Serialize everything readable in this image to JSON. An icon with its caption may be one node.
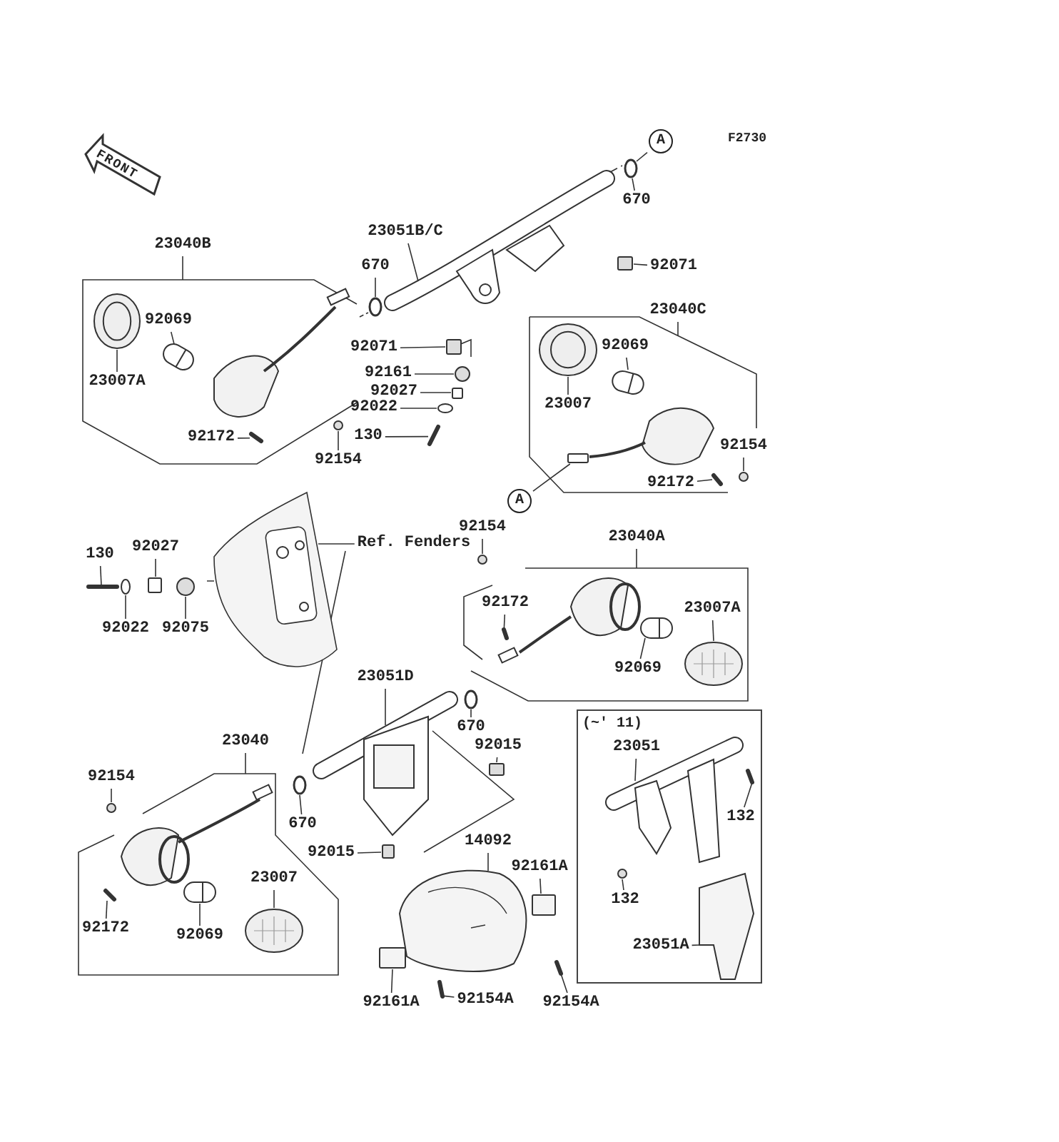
{
  "diagram": {
    "nodes": [
      {
        "text": [
          "23040B"
        ]
      },
      {
        "text": [
          "92069"
        ]
      },
      {
        "text": [
          "23007A"
        ]
      },
      {
        "text": [
          "92172"
        ]
      },
      {
        "text": [
          "92154"
        ]
      },
      {
        "text": [
          "670"
        ]
      },
      {
        "text": [
          "23051B/C"
        ]
      },
      {
        "text": [
          "92071"
        ]
      },
      {
        "text": [
          "92161"
        ]
      },
      {
        "text": [
          "92027"
        ]
      },
      {
        "text": [
          "92022"
        ]
      },
      {
        "text": [
          "130"
        ]
      },
      {
        "text": [
          "92071"
        ]
      },
      {
        "text": [
          "A"
        ]
      },
      {
        "text": [
          "670"
        ]
      },
      {
        "text": [
          "23040C"
        ]
      },
      {
        "text": [
          "92069"
        ]
      },
      {
        "text": [
          "23007"
        ]
      },
      {
        "text": [
          "92154"
        ]
      },
      {
        "text": [
          "92172"
        ]
      },
      {
        "text": [
          "A"
        ]
      },
      {
        "text": [
          "130"
        ]
      },
      {
        "text": [
          "92027"
        ]
      },
      {
        "text": [
          "92022"
        ]
      },
      {
        "text": [
          "92075"
        ]
      },
      {
        "text": [
          "Ref. Fenders"
        ]
      },
      {
        "text": [
          "92154"
        ]
      },
      {
        "text": [
          "23040A"
        ]
      },
      {
        "text": [
          "92172"
        ]
      },
      {
        "text": [
          "23007A"
        ]
      },
      {
        "text": [
          "92069"
        ]
      },
      {
        "text": [
          "23051D"
        ]
      },
      {
        "text": [
          "670"
        ]
      },
      {
        "text": [
          "92015"
        ]
      },
      {
        "text": [
          "23040"
        ]
      },
      {
        "text": [
          "92154"
        ]
      },
      {
        "text": [
          "670"
        ]
      },
      {
        "text": [
          "23007"
        ]
      },
      {
        "text": [
          "92172"
        ]
      },
      {
        "text": [
          "92069"
        ]
      },
      {
        "text": [
          "92015"
        ]
      },
      {
        "text": [
          "14092"
        ]
      },
      {
        "text": [
          "92161A"
        ]
      },
      {
        "text": [
          "92161A"
        ]
      },
      {
        "text": [
          "92154A"
        ]
      },
      {
        "text": [
          "92154A"
        ]
      },
      {
        "text": [
          "(~' 11)"
        ]
      },
      {
        "text": [
          "23051"
        ],
        "in": 46
      },
      {
        "text": [
          "132"
        ],
        "in": 46
      },
      {
        "text": [
          "132"
        ],
        "in": 46
      },
      {
        "text": [
          "23051A"
        ],
        "in": 46
      },
      {
        "text": [],
        "shape": "picture"
      },
      {
        "text": [],
        "shape": "picture"
      },
      {
        "text": [],
        "shape": "picture"
      },
      {
        "text": [],
        "shape": "circle"
      },
      {
        "text": [],
        "shape": "circle"
      },
      {
        "text": [],
        "shape": "picture"
      },
      {
        "text": [],
        "shape": "box"
      },
      {
        "text": [],
        "shape": "circle"
      },
      {
        "text": [],
        "shape": "box"
      },
      {
        "text": [],
        "shape": "circle"
      },
      {
        "text": [],
        "shape": "picture"
      },
      {
        "text": [],
        "shape": "box"
      },
      {
        "text": [],
        "shape": "circle"
      },
      {
        "text": [],
        "shape": "picture"
      },
      {
        "text": [],
        "shape": "picture"
      },
      {
        "text": [],
        "shape": "circle"
      },
      {
        "text": [],
        "shape": "picture"
      },
      {
        "text": [],
        "shape": "box"
      },
      {
        "text": [],
        "shape": "picture"
      },
      {
        "text": [],
        "shape": "box"
      },
      {
        "text": [],
        "shape": "circle"
      },
      {
        "text": [],
        "shape": "circle"
      },
      {
        "text": [],
        "shape": "picture"
      },
      {
        "text": [],
        "shape": "circle"
      },
      {
        "text": [],
        "shape": "picture"
      },
      {
        "text": [],
        "shape": "picture"
      },
      {
        "text": [],
        "shape": "picture"
      },
      {
        "text": [],
        "shape": "picture"
      },
      {
        "text": [],
        "shape": "circle"
      },
      {
        "text": [],
        "shape": "box"
      },
      {
        "text": [],
        "shape": "circle"
      },
      {
        "text": [],
        "shape": "circle"
      },
      {
        "text": [],
        "shape": "picture"
      },
      {
        "text": [],
        "shape": "picture"
      },
      {
        "text": [],
        "shape": "picture"
      },
      {
        "text": [],
        "shape": "box"
      },
      {
        "text": [],
        "shape": "picture"
      },
      {
        "text": [],
        "shape": "box"
      },
      {
        "text": [],
        "shape": "box"
      },
      {
        "text": [],
        "shape": "picture"
      },
      {
        "text": [],
        "shape": "picture"
      },
      {
        "text": [],
        "shape": "picture",
        "in": 46
      },
      {
        "text": [],
        "shape": "picture",
        "in": 46
      },
      {
        "text": [],
        "shape": "circle",
        "in": 46
      },
      {
        "text": [],
        "shape": "picture",
        "in": 46
      }
    ],
    "edges": [
      {
        "from": 0,
        "to": null,
        "arrow": "none"
      },
      {
        "from": 1,
        "to": 51,
        "arrow": "none"
      },
      {
        "from": 2,
        "to": 52,
        "arrow": "none"
      },
      {
        "from": 3,
        "to": 53,
        "arrow": "none"
      },
      {
        "from": 4,
        "to": 54,
        "arrow": "none"
      },
      {
        "from": 5,
        "to": 55,
        "arrow": "none"
      },
      {
        "from": 6,
        "to": 56,
        "arrow": "none"
      },
      {
        "from": 7,
        "to": 57,
        "arrow": "none"
      },
      {
        "from": 8,
        "to": 58,
        "arrow": "none"
      },
      {
        "from": 9,
        "to": 59,
        "arrow": "none"
      },
      {
        "from": 10,
        "to": 60,
        "arrow": "none"
      },
      {
        "from": 11,
        "to": 61,
        "arrow": "none"
      },
      {
        "from": 12,
        "to": 62,
        "arrow": "none"
      },
      {
        "from": 13,
        "to": 63,
        "arrow": "none"
      },
      {
        "from": 14,
        "to": 63,
        "arrow": "none"
      },
      {
        "from": 15,
        "to": null,
        "arrow": "none"
      },
      {
        "from": 16,
        "to": 64,
        "arrow": "none"
      },
      {
        "from": 17,
        "to": 65,
        "arrow": "none"
      },
      {
        "from": 18,
        "to": 66,
        "arrow": "none"
      },
      {
        "from": 19,
        "to": 67,
        "arrow": "none"
      },
      {
        "from": 20,
        "to": 68,
        "arrow": "none"
      },
      {
        "from": 21,
        "to": 69,
        "arrow": "none"
      },
      {
        "from": 22,
        "to": 70,
        "arrow": "none"
      },
      {
        "from": 23,
        "to": 71,
        "arrow": "none"
      },
      {
        "from": 24,
        "to": 72,
        "arrow": "none"
      },
      {
        "from": 25,
        "to": 73,
        "arrow": "none"
      },
      {
        "from": 26,
        "to": 74,
        "arrow": "none"
      },
      {
        "from": 27,
        "to": null,
        "arrow": "none"
      },
      {
        "from": 28,
        "to": 75,
        "arrow": "none"
      },
      {
        "from": 29,
        "to": 76,
        "arrow": "none"
      },
      {
        "from": 30,
        "to": 77,
        "arrow": "none"
      },
      {
        "from": 31,
        "to": 78,
        "arrow": "none"
      },
      {
        "from": 32,
        "to": 79,
        "arrow": "none"
      },
      {
        "from": 33,
        "to": 80,
        "arrow": "none"
      },
      {
        "from": 34,
        "to": null,
        "arrow": "none"
      },
      {
        "from": 35,
        "to": 81,
        "arrow": "none"
      },
      {
        "from": 36,
        "to": 82,
        "arrow": "none"
      },
      {
        "from": 37,
        "to": 83,
        "arrow": "none"
      },
      {
        "from": 38,
        "to": 84,
        "arrow": "none"
      },
      {
        "from": 39,
        "to": 85,
        "arrow": "none"
      },
      {
        "from": 40,
        "to": 86,
        "arrow": "none"
      },
      {
        "from": 41,
        "to": 87,
        "arrow": "none"
      },
      {
        "from": 42,
        "to": 88,
        "arrow": "none"
      },
      {
        "from": 43,
        "to": 89,
        "arrow": "none"
      },
      {
        "from": 44,
        "to": 90,
        "arrow": "none"
      },
      {
        "from": 45,
        "to": 91,
        "arrow": "none"
      },
      {
        "from": 47,
        "to": 92,
        "arrow": "none"
      },
      {
        "from": 48,
        "to": 93,
        "arrow": "none"
      },
      {
        "from": 49,
        "to": 94,
        "arrow": "none"
      },
      {
        "from": 50,
        "to": 95,
        "arrow": "none"
      }
    ],
    "labels": [
      "FRONT",
      "F2730"
    ]
  }
}
